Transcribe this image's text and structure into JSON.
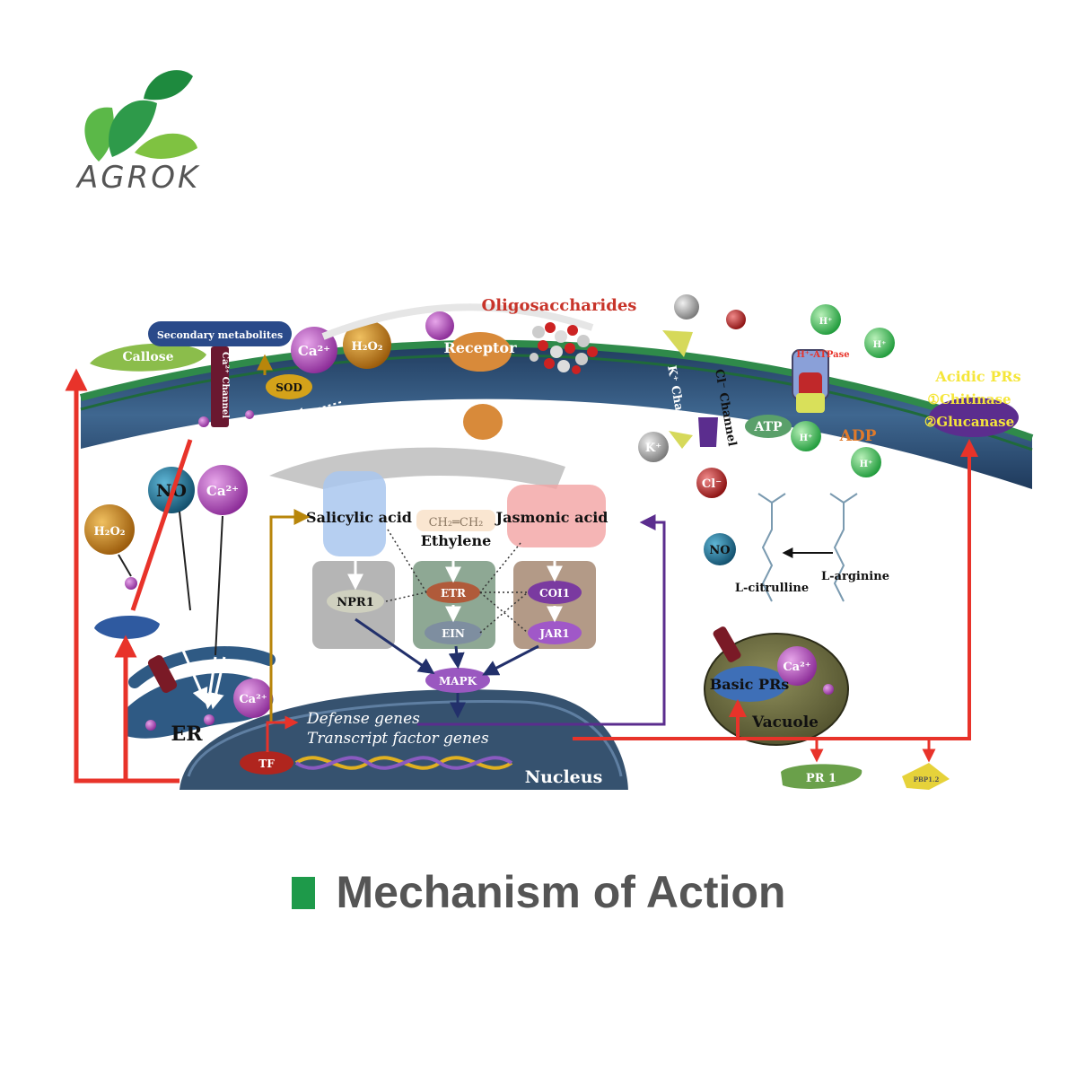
{
  "brand": {
    "name": "AGROK"
  },
  "caption": {
    "title": "Mechanism of Action"
  },
  "colors": {
    "pathway_red": "#e8332a",
    "brand_green": "#1e9a4a",
    "membrane_blue": "#2b4a73"
  },
  "membrane": {
    "oligosaccharides": "Oligosaccharides",
    "secondary_metabolites": "Secondary metabolites",
    "callose": "Callose",
    "ca_channel": "Ca²⁺ Channel",
    "receptor": "Receptor",
    "sod": "SOD",
    "k_channel": "K⁺ Channel",
    "cl_channel": "Cl⁻ Channel",
    "h_atpase": "H⁺-ATPase",
    "atp": "ATP",
    "adp": "ADP"
  },
  "ions": {
    "ca": "Ca²⁺",
    "h2o2": "H₂O₂",
    "no": "NO",
    "k": "K⁺",
    "cl": "Cl⁻",
    "h": "H⁺"
  },
  "acidic_prs": {
    "title": "Acidic PRs",
    "item1": "①Chitinase",
    "item2": "②Glucanase"
  },
  "hormones": {
    "salicylic": "Salicylic acid",
    "ethylene": "Ethylene",
    "ethylene_formula": "CH₂═CH₂",
    "jasmonic": "Jasmonic acid"
  },
  "proteins": {
    "npr1": "NPR1",
    "etr": "ETR",
    "ein": "EIN",
    "coi1": "COI1",
    "jar1": "JAR1",
    "mapk": "MAPK",
    "tf": "TF"
  },
  "arginine": {
    "l_citrulline": "L-citrulline",
    "l_arginine": "L-arginine"
  },
  "nucleus": {
    "defense_genes": "Defense genes",
    "tf_genes": "Transcript factor genes",
    "label": "Nucleus"
  },
  "organelles": {
    "er": "ER",
    "vacuole": "Vacuole",
    "basic_prs": "Basic PRs"
  },
  "outputs": {
    "pr1": "PR 1",
    "pbp12": "PBP1.2"
  }
}
